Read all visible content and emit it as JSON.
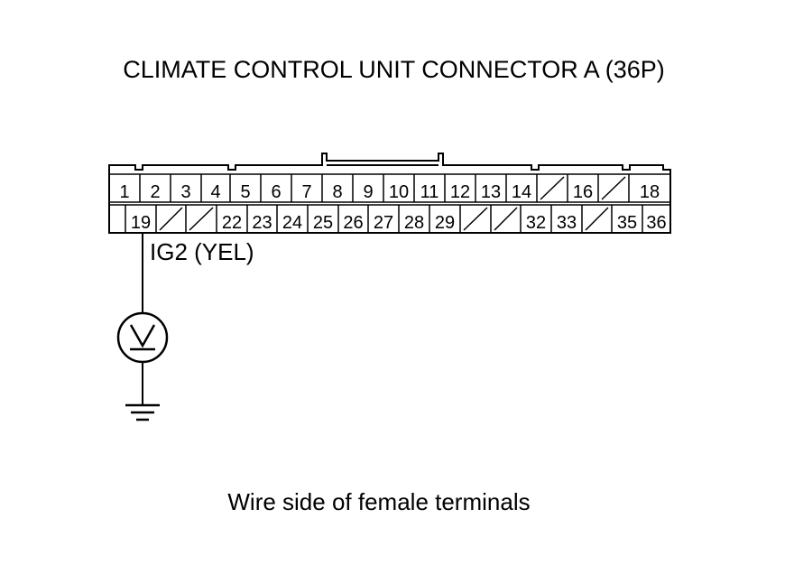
{
  "title": "CLIMATE CONTROL UNIT CONNECTOR A (36P)",
  "caption": "Wire side of female terminals",
  "wire_label": "IG2 (YEL)",
  "meter_symbol": "V",
  "icons": {
    "meter": "voltmeter-icon",
    "ground": "ground-icon"
  },
  "connector": {
    "top_row": [
      "1",
      "2",
      "3",
      "4",
      "5",
      "6",
      "7",
      "8",
      "9",
      "10",
      "11",
      "12",
      "13",
      "14",
      "",
      "16",
      "",
      "18"
    ],
    "bottom_row": [
      "",
      "19",
      "",
      "",
      "22",
      "23",
      "24",
      "25",
      "26",
      "27",
      "28",
      "29",
      "",
      "",
      "32",
      "33",
      "",
      "35",
      "36"
    ]
  }
}
